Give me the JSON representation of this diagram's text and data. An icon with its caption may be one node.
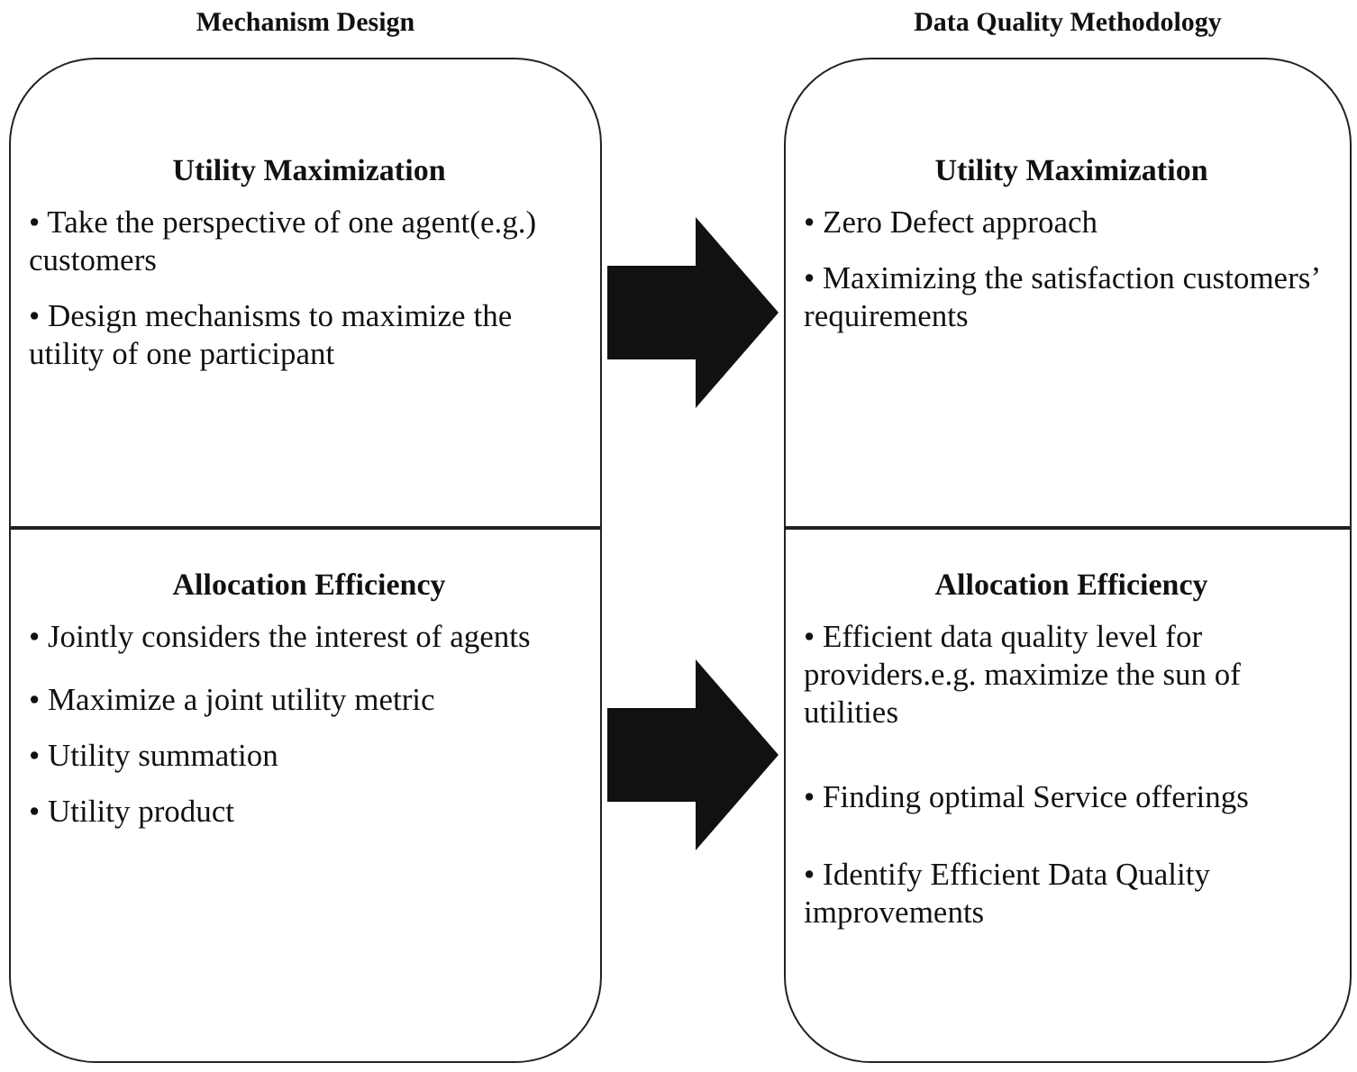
{
  "diagram": {
    "nodes": [
      {
        "text": [
          "Mechanism Design"
        ]
      },
      {
        "text": [
          "Utility Maximization",
          "• Take the perspective of one agent(e.g.) customers",
          "• Design mechanisms to maximize the utility of one participant"
        ],
        "in": 0
      },
      {
        "text": [
          "Allocation Efficiency",
          "• Jointly considers the interest of agents",
          "• Maximize a joint utility metric",
          "• Utility summation",
          "• Utility product"
        ],
        "in": 0
      },
      {
        "text": [
          "Data Quality Methodology"
        ]
      },
      {
        "text": [
          "Utility Maximization",
          "• Zero Defect approach",
          "• Maximizing the satisfaction customers’ requirements"
        ],
        "in": 3
      },
      {
        "text": [
          "Allocation Efficiency",
          "• Efficient data quality level for providers.e.g. maximize the sun of utilities",
          "• Finding optimal Service offerings",
          "• Identify Efficient Data Quality improvements"
        ],
        "in": 3
      }
    ],
    "edges": [
      {
        "from": 1,
        "to": 4,
        "arrow": "to",
        "style": "thick"
      },
      {
        "from": 2,
        "to": 5,
        "arrow": "to",
        "style": "thick"
      }
    ]
  }
}
